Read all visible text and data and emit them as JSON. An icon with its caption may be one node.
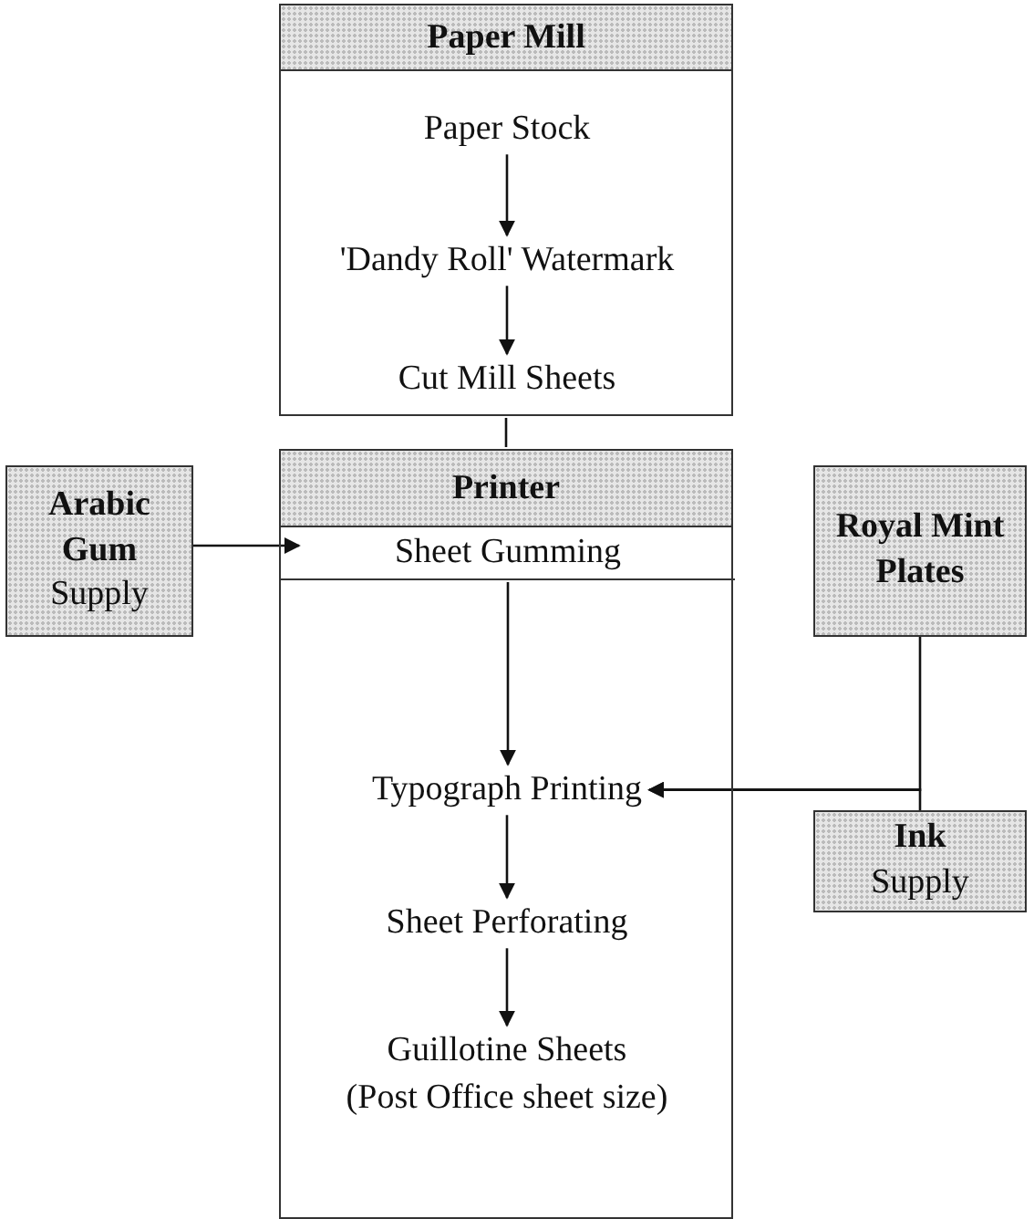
{
  "diagram": {
    "nodes": [
      {
        "text": [
          "Paper Mill"
        ]
      },
      {
        "text": [
          "Paper Stock"
        ],
        "in": 0
      },
      {
        "text": [
          "'Dandy Roll' Watermark"
        ],
        "in": 0
      },
      {
        "text": [
          "Cut Mill Sheets"
        ],
        "in": 0
      },
      {
        "text": [
          "Arabic Gum",
          "Supply"
        ]
      },
      {
        "text": [
          "Printer"
        ]
      },
      {
        "text": [
          "Sheet Gumming"
        ],
        "in": 5
      },
      {
        "text": [
          "Typograph Printing"
        ],
        "in": 5
      },
      {
        "text": [
          "Sheet Perforating"
        ],
        "in": 5
      },
      {
        "text": [
          "Guillotine Sheets",
          "(Post Office sheet size)"
        ],
        "in": 5
      },
      {
        "text": [
          "Royal Mint Plates"
        ]
      },
      {
        "text": [
          "Ink",
          "Supply"
        ]
      }
    ],
    "edges": [
      {
        "from": 1,
        "to": 2,
        "arrow": "to"
      },
      {
        "from": 2,
        "to": 3,
        "arrow": "to"
      },
      {
        "from": 0,
        "to": 5,
        "arrow": "none"
      },
      {
        "from": 4,
        "to": 6,
        "arrow": "to"
      },
      {
        "from": 6,
        "to": 7,
        "arrow": "to"
      },
      {
        "from": 7,
        "to": 8,
        "arrow": "to"
      },
      {
        "from": 8,
        "to": 9,
        "arrow": "to"
      },
      {
        "from": 10,
        "to": 7,
        "arrow": "to"
      },
      {
        "from": 11,
        "to": 7,
        "arrow": "to"
      }
    ]
  }
}
